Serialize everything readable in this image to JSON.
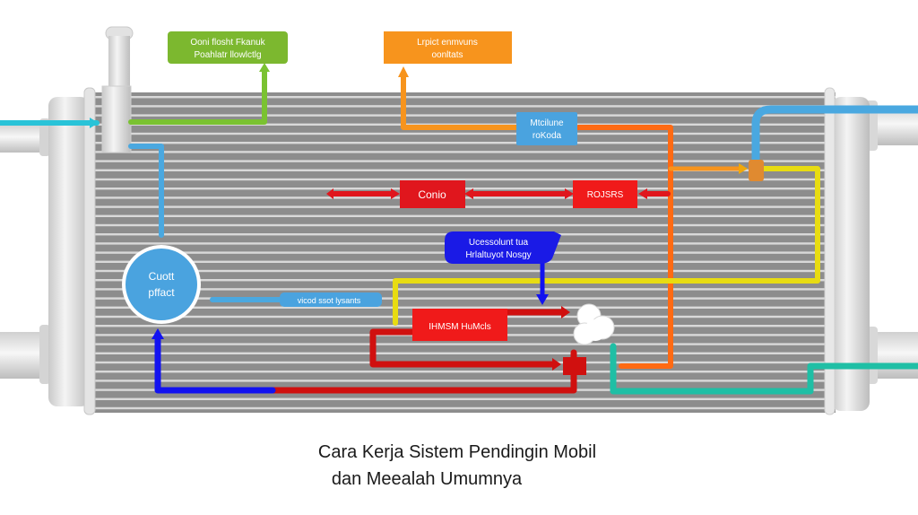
{
  "diagram": {
    "title_line1": "Cara Kerja Sistem Pendingin Mobil",
    "title_line2": "dan Meealah Umumnya",
    "labels": {
      "green_box": {
        "line1": "Ooni flosht Fkanuk",
        "line2": "Poahlatr llowlctlg",
        "color": "#7cb82f"
      },
      "orange_box": {
        "line1": "Lrpict enmvuns",
        "line2": "oonltats",
        "color": "#f7941d"
      },
      "blue_small_box": {
        "line1": "Mtcilune",
        "line2": "roKoda",
        "color": "#4aa3df"
      },
      "red_box_left": {
        "text": "Conio",
        "color": "#e0161d"
      },
      "red_box_right": {
        "text": "ROJSRS",
        "color": "#f01a1a"
      },
      "navy_bubble": {
        "line1": "Ucessolunt tua",
        "line2": "Hrlaltuyot Nosgy",
        "color": "#1a1ae6"
      },
      "circle": {
        "line1": "Cuott",
        "line2": "pffact",
        "color": "#4aa3df"
      },
      "blue_pill": {
        "text": "vicod ssot lysants",
        "color": "#4aa3df"
      },
      "red_wide_box": {
        "text": "IHMSM  HuMcls",
        "color": "#f01a1a"
      }
    },
    "flow_colors": {
      "cyan": "#29c3d8",
      "green": "#7ac231",
      "light_blue": "#4aa8e0",
      "orange": "#f7941d",
      "deep_orange": "#ff6a13",
      "yellow": "#e8dc12",
      "red": "#d0100f",
      "blue": "#1212f0",
      "teal": "#1fbfa5",
      "radiator_fin": "#8d8d8d",
      "radiator_line": "#d9d9d9"
    }
  }
}
